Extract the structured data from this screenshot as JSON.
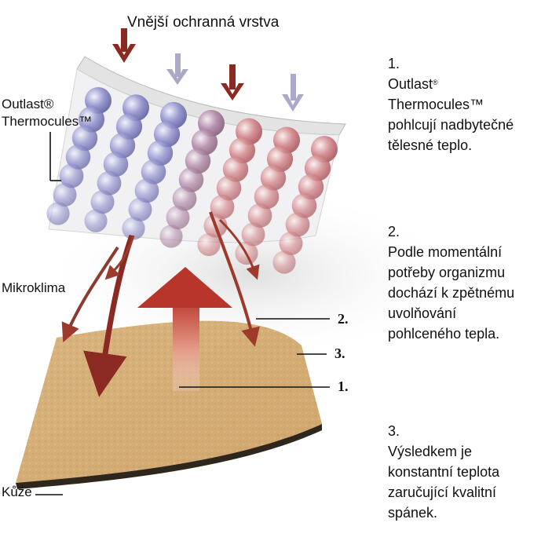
{
  "labels": {
    "outer_layer": "Vnější ochranná vrstva",
    "thermocules_1": "Outlast®",
    "thermocules_2": "Thermocules™",
    "microclimate": "Mikroklima",
    "skin": "Kůže"
  },
  "callouts": {
    "n1": "1.",
    "n2": "2.",
    "n3": "3."
  },
  "steps": [
    {
      "number": "1.",
      "lines": [
        "Outlast",
        "Thermocules™",
        "pohlcují nadbytečné",
        "tělesné teplo."
      ],
      "sup": "®"
    },
    {
      "number": "2.",
      "lines": [
        "Podle momentální",
        "potřeby organizmu",
        "dochází k zpětnému",
        "uvolňování",
        "pohlceného tepla."
      ]
    },
    {
      "number": "3.",
      "lines": [
        "Výsledkem je",
        "konstantní teplota",
        "zaručující  kvalitní",
        "spánek."
      ]
    }
  ],
  "colors": {
    "arrow_dark_red": "#8b2a22",
    "arrow_light": "#a9a9c6",
    "skin": "#d7b07a",
    "skin_edge": "#2f261c",
    "cool_sphere": "#7f7fc4",
    "warm_sphere": "#c8787c"
  }
}
